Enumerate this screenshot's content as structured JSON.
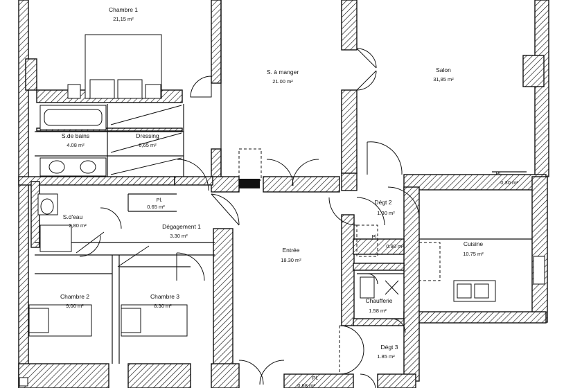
{
  "rooms": [
    {
      "id": "chambre1",
      "name": "Chambre 1",
      "area": "21,15 m²"
    },
    {
      "id": "sam",
      "name": "S. à manger",
      "area": "21.00 m²"
    },
    {
      "id": "salon",
      "name": "Salon",
      "area": "31,85 m²"
    },
    {
      "id": "sdb",
      "name": "S.de bains",
      "area": "4.08 m²"
    },
    {
      "id": "dressing",
      "name": "Dressing",
      "area": "6,65 m²"
    },
    {
      "id": "pl1",
      "name": "Pl.",
      "area": "0.30 m²"
    },
    {
      "id": "pl2",
      "name": "Pl.",
      "area": "0.65 m²"
    },
    {
      "id": "sdeau",
      "name": "S.d'eau",
      "area": "2,80 m²"
    },
    {
      "id": "degt2",
      "name": "Dégt 2",
      "area": "1.30 m²"
    },
    {
      "id": "degagement1",
      "name": "Dégagement 1",
      "area": "3.30 m²"
    },
    {
      "id": "pl3",
      "name": "Pl.",
      "area": "0.90 m²"
    },
    {
      "id": "cuisine",
      "name": "Cuisine",
      "area": "10.75 m²"
    },
    {
      "id": "entree",
      "name": "Entrée",
      "area": "18.30 m²"
    },
    {
      "id": "chambre2",
      "name": "Chambre 2",
      "area": "9,00 m²"
    },
    {
      "id": "chambre3",
      "name": "Chambre 3",
      "area": "8.30 m²"
    },
    {
      "id": "chaufferie",
      "name": "Chaufferie",
      "area": "1.58 m²"
    },
    {
      "id": "degt3",
      "name": "Dégt 3",
      "area": "1.85 m²"
    },
    {
      "id": "pl4",
      "name": "Pl.",
      "area": "0.68 m²"
    }
  ]
}
